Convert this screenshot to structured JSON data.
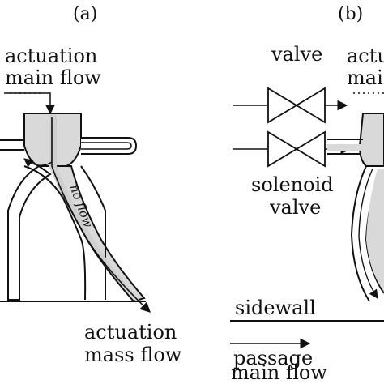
{
  "panels": {
    "a": {
      "label": "(a)",
      "top_label_line1": "actuation",
      "top_label_line2": "main flow",
      "no_flow_label": "no flow",
      "bottom_label_line1": "actuation",
      "bottom_label_line2": "mass flow"
    },
    "b": {
      "label": "(b)",
      "valve_label": "valve",
      "top_label_line1": "actu",
      "top_label_line2": "mai",
      "solenoid_label_line1": "solenoid",
      "solenoid_label_line2": "valve",
      "sidewall_label": "sidewall",
      "passage_label_line1": "passage",
      "passage_label_line2": "main flow"
    }
  },
  "colors": {
    "ink": "#111111",
    "flow_fill": "#d9d9d9",
    "background": "#ffffff"
  }
}
